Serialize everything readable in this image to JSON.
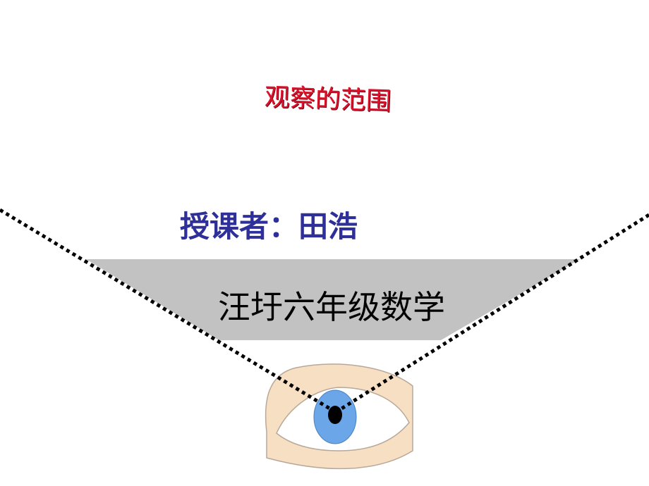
{
  "slide": {
    "title": "观察的范围",
    "author": "授课者：田浩",
    "school": "汪圩六年级数学"
  },
  "colors": {
    "title": "#e0102a",
    "author": "#2f2f9a",
    "band": "#c2c2c2",
    "iris": "#6aa6e8",
    "lid": "#f7dfc4"
  }
}
